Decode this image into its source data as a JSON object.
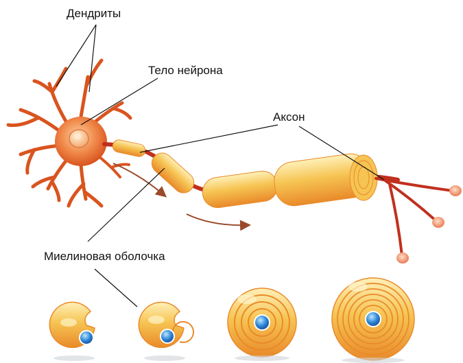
{
  "labels": {
    "dendrites": "Дендриты",
    "neuron_body": "Тело нейрона",
    "axon": "Аксон",
    "myelin_sheath": "Миелиновая оболочка"
  },
  "colors": {
    "cell_body": "#f08a4a",
    "dendrite": "#d9541f",
    "axon": "#c0301e",
    "myelin": "#f6c453",
    "nucleus": "#2a86d6",
    "arrow": "#9a4a2a",
    "leader_line": "#111111"
  }
}
